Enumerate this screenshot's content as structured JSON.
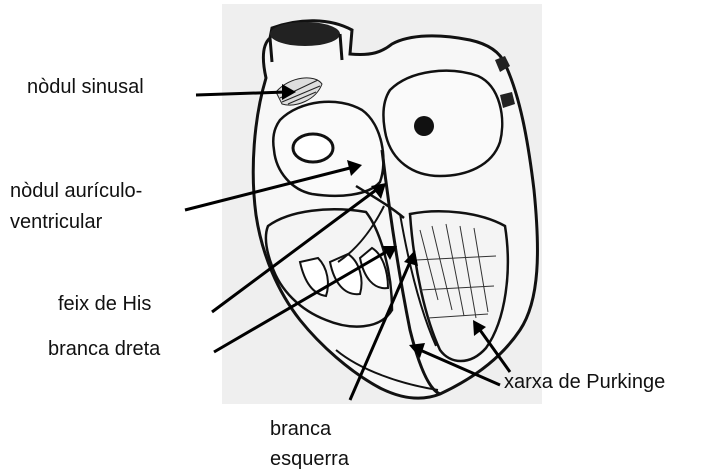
{
  "labels": {
    "sinus_node": "nòdul sinusal",
    "av_node_line1": "nòdul aurículo-",
    "av_node_line2": "ventricular",
    "his_bundle": "feix de His",
    "right_branch": "branca dreta",
    "left_branch_line1": "branca",
    "left_branch_line2": "esquerra",
    "purkinje": "xarxa de Purkinge"
  },
  "colors": {
    "ink": "#111111",
    "paper": "#efefef",
    "background": "#ffffff"
  }
}
